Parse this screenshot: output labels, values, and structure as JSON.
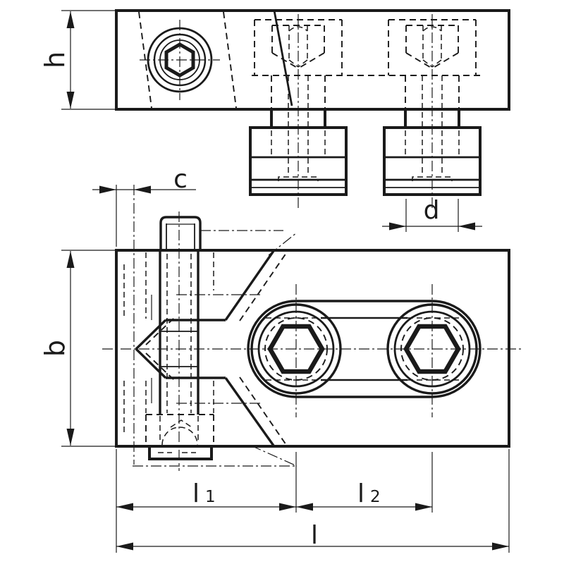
{
  "drawing": {
    "colors": {
      "line": "#1a1a1a",
      "background": "#ffffff"
    },
    "dimensions": {
      "h": {
        "label": "h"
      },
      "c": {
        "label": "c"
      },
      "d": {
        "label": "d"
      },
      "b": {
        "label": "b"
      },
      "l1": {
        "label": "l",
        "sub": "1"
      },
      "l2": {
        "label": "l",
        "sub": "2"
      },
      "l": {
        "label": "l"
      }
    }
  }
}
